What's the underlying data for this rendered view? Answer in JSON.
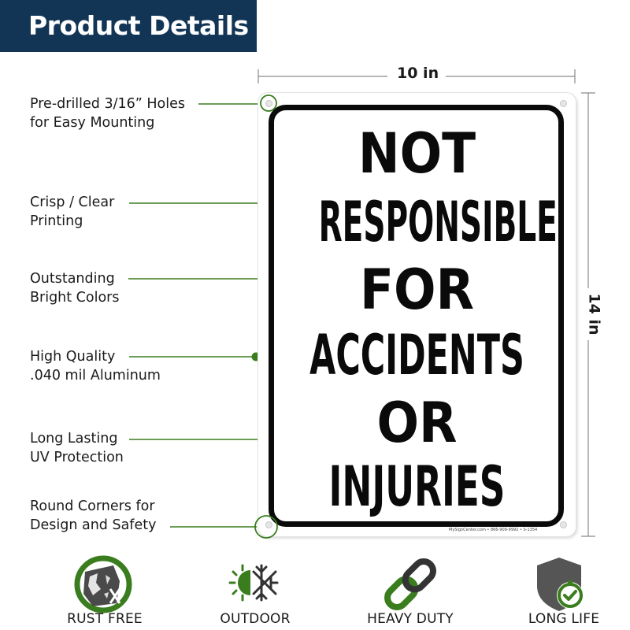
{
  "banner": {
    "title": "Product Details"
  },
  "dimensions": {
    "width": "10 in",
    "height": "14 in"
  },
  "features": [
    {
      "line1": "Pre-drilled 3/16” Holes",
      "line2": "for Easy Mounting"
    },
    {
      "line1": "Crisp / Clear",
      "line2": "Printing"
    },
    {
      "line1": "Outstanding",
      "line2": "Bright Colors"
    },
    {
      "line1": "High Quality",
      "line2": ".040 mil Aluminum"
    },
    {
      "line1": "Long Lasting",
      "line2": "UV Protection"
    },
    {
      "line1": "Round Corners for",
      "line2": "Design and Safety"
    }
  ],
  "sign": {
    "lines": [
      "NOT",
      "RESPONSIBLE",
      "FOR",
      "ACCIDENTS",
      "OR",
      "INJURIES"
    ],
    "fine_print": "MySignCenter.com • 866-909-9992 • S-1354"
  },
  "icons": [
    {
      "name": "rust-free-icon",
      "label": "RUST FREE"
    },
    {
      "name": "outdoor-icon",
      "label": "OUTDOOR"
    },
    {
      "name": "heavy-duty-icon",
      "label": "HEAVY DUTY"
    },
    {
      "name": "long-life-icon",
      "label": "LONG LIFE"
    }
  ],
  "colors": {
    "banner": "#123556",
    "accent_green": "#3a7d1e",
    "sign_border": "#0a0a0a",
    "icon_gray": "#555555"
  }
}
